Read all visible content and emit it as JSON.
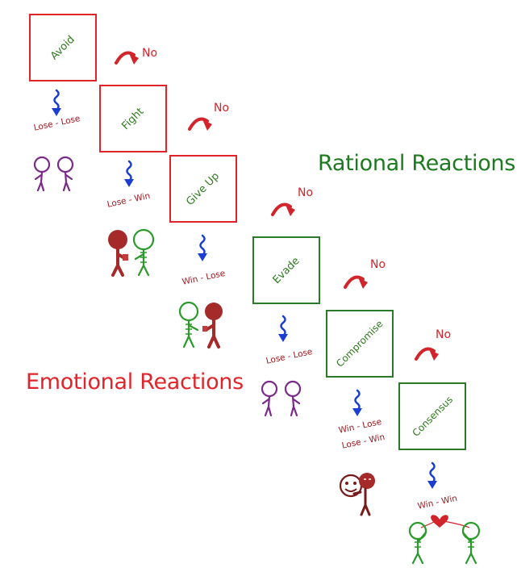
{
  "headings": {
    "emotional": "Emotional Reactions",
    "rational": "Rational Reactions"
  },
  "steps": [
    {
      "label": "Avoid",
      "outcome": "Lose - Lose"
    },
    {
      "label": "Fight",
      "outcome": "Lose - Win"
    },
    {
      "label": "Give Up",
      "outcome": "Win - Lose"
    },
    {
      "label": "Evade",
      "outcome": "Lose - Lose"
    },
    {
      "label": "Compromise",
      "outcome_lines": [
        "Win - Lose",
        "Lose - Win"
      ]
    },
    {
      "label": "Consensus",
      "outcome": "Win - Win"
    }
  ],
  "no_label": "No",
  "colors": {
    "emotional": "#e1242a",
    "rational": "#1e7a1e",
    "arrow_down": "#1a3fd0",
    "arrow_next": "#d2242a",
    "figure_purple": "#7a2a8a",
    "figure_red": "#a52a2a",
    "figure_green": "#2a9a2a",
    "heart": "#d2242a"
  },
  "icons": [
    "wavy-down-arrow-icon",
    "curved-arrow-icon",
    "heart-icon",
    "stick-figure-icon"
  ]
}
